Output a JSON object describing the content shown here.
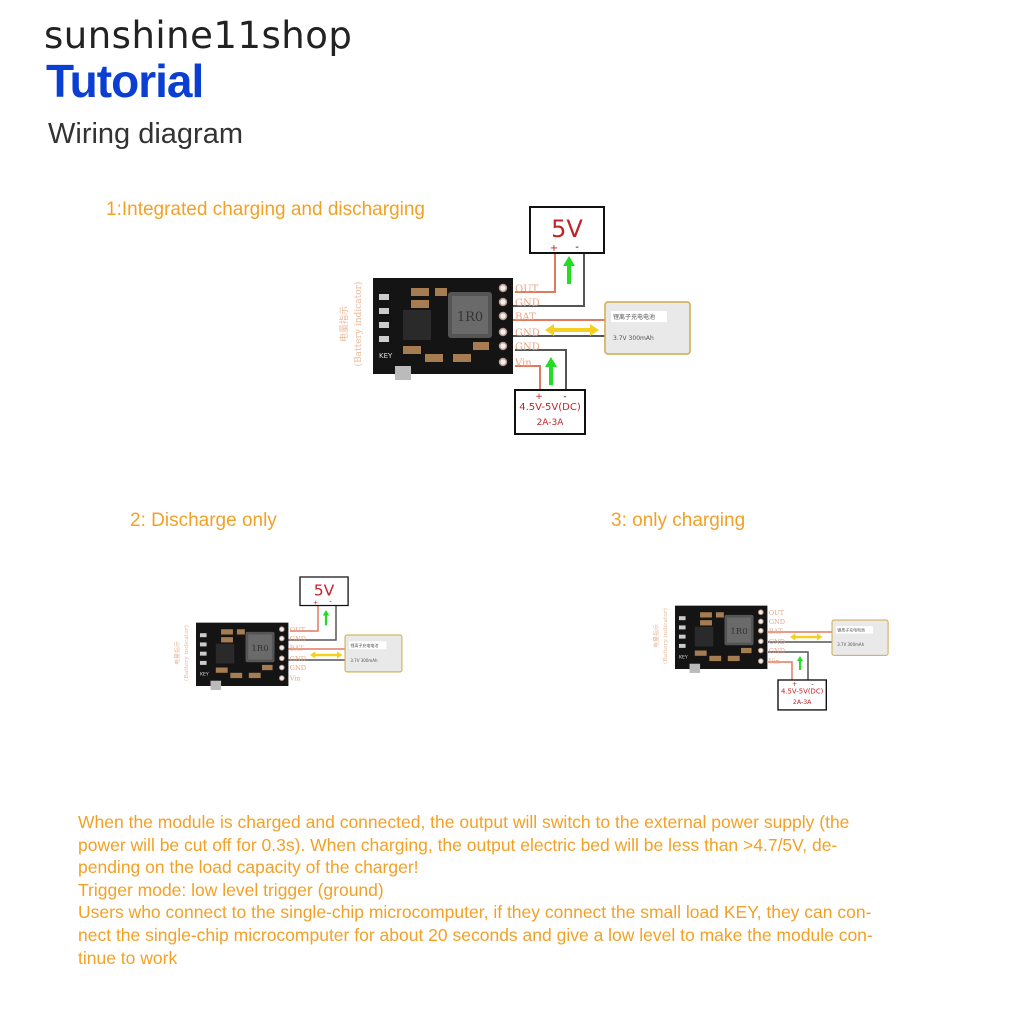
{
  "header": {
    "shop_name": "sunshine11shop",
    "title": "Tutorial",
    "subtitle": "Wiring diagram"
  },
  "sections": [
    {
      "title": "1:Integrated charging and discharging"
    },
    {
      "title": "2: Discharge only"
    },
    {
      "title": "3: only charging"
    }
  ],
  "module": {
    "pins": [
      "OUT",
      "GND",
      "BAT",
      "GND",
      "GND",
      "Vin"
    ],
    "inductor_marking": "1R0",
    "side_label": "(Battery indicator)",
    "side_label_cn": "电量指示",
    "key_label": "KEY"
  },
  "output_box": {
    "voltage": "5V",
    "plus": "+",
    "minus": "-"
  },
  "input_box": {
    "voltage": "4.5V-5V(DC)",
    "current": "2A-3A",
    "plus": "+",
    "minus": "-"
  },
  "battery": {
    "line1": "锂离子充电电池",
    "line2": "3.7V 300mAh"
  },
  "colors": {
    "accent_orange": "#f3a126",
    "title_blue": "#0b3fd1",
    "wire_red": "#e07a5f",
    "arrow_green": "#22dd22",
    "arrow_yellow": "#f5d020"
  },
  "notes": [
    "When the module is charged and connected, the output will switch to the external power supply (the",
    "power will be cut off for 0.3s). When charging, the output electric bed will be less than >4.7/5V, de-",
    "pending on the load capacity of the charger!",
    "Trigger mode: low level trigger (ground)",
    "Users who connect to the single-chip microcomputer, if they connect the small load KEY, they can con-",
    "nect the single-chip microcomputer for about 20 seconds and give a low level to make the module con-",
    "tinue to work"
  ]
}
